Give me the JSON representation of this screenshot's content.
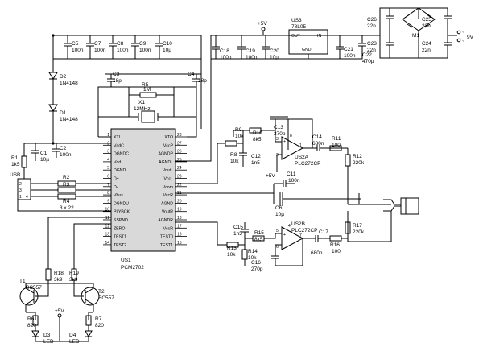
{
  "supply": "+5V",
  "supply2": "+5V",
  "supply3": "+5V",
  "ic1": {
    "ref": "US1",
    "part": "PCM2702",
    "left_pins": [
      {
        "n": "1",
        "name": "XTI"
      },
      {
        "n": "2",
        "name": "VddC"
      },
      {
        "n": "3",
        "name": "DGNDC"
      },
      {
        "n": "4",
        "name": "Vdd"
      },
      {
        "n": "5",
        "name": "DGND"
      },
      {
        "n": "6",
        "name": "D+"
      },
      {
        "n": "7",
        "name": "D-"
      },
      {
        "n": "8",
        "name": "Vbus"
      },
      {
        "n": "9",
        "name": "DGNDU"
      },
      {
        "n": "10",
        "name": "PLYBCK"
      },
      {
        "n": "11",
        "name": "SSPND"
      },
      {
        "n": "12",
        "name": "ZERO"
      },
      {
        "n": "13",
        "name": "TEST1"
      },
      {
        "n": "14",
        "name": "TEST2"
      }
    ],
    "right_pins": [
      {
        "n": "28",
        "name": "XTO"
      },
      {
        "n": "27",
        "name": "VccP"
      },
      {
        "n": "26",
        "name": "AGNDP"
      },
      {
        "n": "25",
        "name": "AGNDL"
      },
      {
        "n": "24",
        "name": "VoutL"
      },
      {
        "n": "23",
        "name": "VccL"
      },
      {
        "n": "22",
        "name": "Vcom"
      },
      {
        "n": "21",
        "name": "VccR"
      },
      {
        "n": "20",
        "name": "AGND"
      },
      {
        "n": "19",
        "name": "VoutR"
      },
      {
        "n": "18",
        "name": "AGNDR"
      },
      {
        "n": "17",
        "name": "VccR"
      },
      {
        "n": "16",
        "name": "TEST0"
      },
      {
        "n": "15",
        "name": "TEST1"
      }
    ]
  },
  "us2a": {
    "ref": "US2A",
    "part": "PLC272CP",
    "pin_plus": "3",
    "pin_minus": "2",
    "pin_out": "1",
    "pin_v": "8"
  },
  "us2b": {
    "ref": "US2B",
    "part": "PLC272CP",
    "pin_plus": "5",
    "pin_minus": "6",
    "pin_out": "7",
    "pin_v": "4"
  },
  "us3": {
    "ref": "US3",
    "part": "78L05",
    "out": "OUT",
    "in": "IN",
    "gnd": "GND"
  },
  "rectifier": "M1",
  "power_in": {
    "label": "9V",
    "pin1": "~",
    "pin2": "~"
  },
  "usb": {
    "label": "USB",
    "pins": [
      "2",
      "3",
      "1",
      "4"
    ]
  },
  "components": {
    "c5": {
      "ref": "C5",
      "val": "100n"
    },
    "c7": {
      "ref": "C7",
      "val": "100n"
    },
    "c8": {
      "ref": "C8",
      "val": "100n"
    },
    "c9": {
      "ref": "C9",
      "val": "100n"
    },
    "c10": {
      "ref": "C10",
      "val": "10µ"
    },
    "c18": {
      "ref": "C18",
      "val": "100n"
    },
    "c19": {
      "ref": "C19",
      "val": "100n"
    },
    "c20": {
      "ref": "C20",
      "val": "10µ"
    },
    "c21": {
      "ref": "C21",
      "val": "100n"
    },
    "c22": {
      "ref": "C22",
      "val": "470µ"
    },
    "c23": {
      "ref": "C23",
      "val": "22n"
    },
    "c24": {
      "ref": "C24",
      "val": "22n"
    },
    "c25": {
      "ref": "C25",
      "val": "22n"
    },
    "c26": {
      "ref": "C26",
      "val": "22n"
    },
    "c3": {
      "ref": "C3",
      "val": "18p"
    },
    "c4": {
      "ref": "C4",
      "val": "18p"
    },
    "r5": {
      "ref": "R5",
      "val": "1M"
    },
    "x1": {
      "ref": "X1",
      "val": "12MHz"
    },
    "d2": {
      "ref": "D2",
      "val": "1N4148"
    },
    "d1": {
      "ref": "D1",
      "val": "1N4148"
    },
    "r1": {
      "ref": "R1",
      "val": "1k5"
    },
    "c1": {
      "ref": "C1",
      "val": "10µ"
    },
    "c2": {
      "ref": "C2",
      "val": "100n"
    },
    "r2": {
      "ref": "R2",
      "val": ""
    },
    "r3": {
      "ref": "R3",
      "val": ""
    },
    "r4": {
      "ref": "R4",
      "val": "3 x 22"
    },
    "r9": {
      "ref": "R9",
      "val": "10k"
    },
    "r10": {
      "ref": "R10",
      "val": "8k5"
    },
    "c13": {
      "ref": "C13",
      "val": "270p"
    },
    "c14": {
      "ref": "C14",
      "val": "680n"
    },
    "r11": {
      "ref": "R11",
      "val": "100"
    },
    "r12": {
      "ref": "R12",
      "val": "220k"
    },
    "r8": {
      "ref": "R8",
      "val": "10k"
    },
    "c12": {
      "ref": "C12",
      "val": "1n5"
    },
    "c11": {
      "ref": "C11",
      "val": "100n"
    },
    "c6": {
      "ref": "C6",
      "val": "10µ"
    },
    "c15": {
      "ref": "C15",
      "val": "1n5"
    },
    "r15": {
      "ref": "R15",
      "val": "8k5"
    },
    "r13": {
      "ref": "R13",
      "val": "10k"
    },
    "r14": {
      "ref": "R14",
      "val": "10k"
    },
    "c16": {
      "ref": "C16",
      "val": "270p"
    },
    "c17": {
      "ref": "C17",
      "val": "680n"
    },
    "r16": {
      "ref": "R16",
      "val": "100"
    },
    "r17": {
      "ref": "R17",
      "val": "220k"
    },
    "r18": {
      "ref": "R18",
      "val": "3k9"
    },
    "r19": {
      "ref": "R19",
      "val": "3k9"
    },
    "t1": {
      "ref": "T1",
      "val": "BC557"
    },
    "t2": {
      "ref": "T2",
      "val": "BC557"
    },
    "r6": {
      "ref": "R6",
      "val": "820"
    },
    "r7": {
      "ref": "R7",
      "val": "820"
    },
    "d3": {
      "ref": "D3",
      "val": "LED"
    },
    "d4": {
      "ref": "D4",
      "val": "LED"
    }
  }
}
